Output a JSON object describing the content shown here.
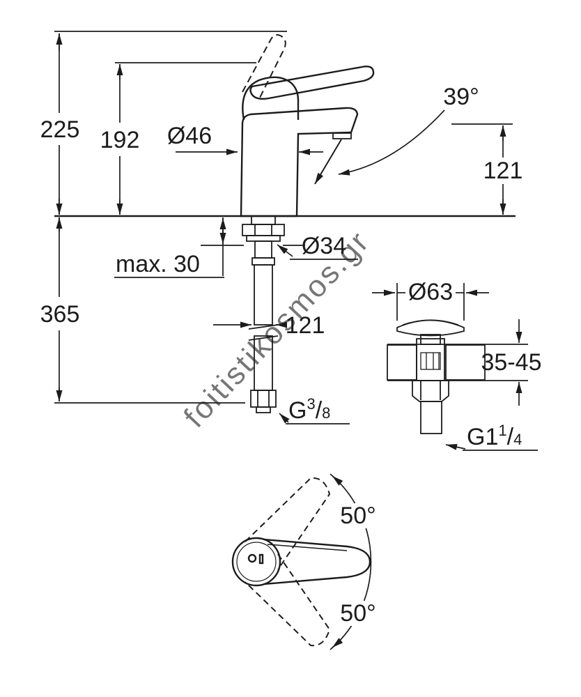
{
  "drawing": {
    "labels": {
      "overall_height": "225",
      "handle_height": "192",
      "body_diameter": "Ø46",
      "spout_angle": "39°",
      "spout_height": "121",
      "max_deck": "max. 30",
      "shank_diameter": "Ø34",
      "hose_drop": "365",
      "hose_offset": "121",
      "waste_diameter": "Ø63",
      "deck_thickness_range": "35-45",
      "swing_angle_top": "50°",
      "swing_angle_bottom": "50°"
    },
    "threads": {
      "hose_thread": {
        "prefix": "G",
        "numerator": "3",
        "slash": "/",
        "denominator": "8"
      },
      "waste_thread": {
        "prefix": "G1",
        "numerator": "1",
        "slash": "/",
        "denominator": "4"
      }
    },
    "watermark": "foitistikosmos.gr",
    "colors": {
      "line": "#1c1c1c",
      "watermark": "#c6c6c6"
    }
  }
}
